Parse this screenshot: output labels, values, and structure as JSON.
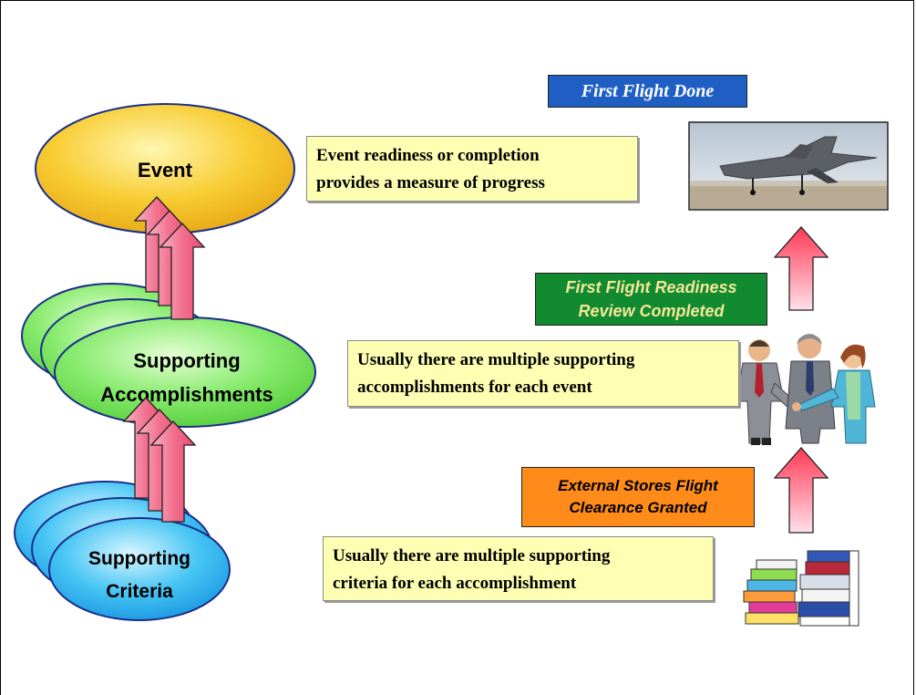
{
  "diagram": {
    "event_label": "Event",
    "accomplishments_label": [
      "Supporting",
      "Accomplishments"
    ],
    "criteria_label": [
      "Supporting",
      "Criteria"
    ],
    "note_event": "Event readiness or completion\nprovides a measure of progress",
    "note_accomplishments": "Usually there are multiple supporting\naccomplishments for each event",
    "note_criteria": "Usually there are multiple supporting\ncriteria for each accomplishment",
    "tag_first_flight": "First Flight Done",
    "tag_readiness": "First Flight Readiness\nReview Completed",
    "tag_stores": "External Stores Flight\nClearance Granted"
  },
  "colors": {
    "event_oval": "#f7c82e",
    "accomplishment_oval": "#7ee86a",
    "criteria_oval": "#35b7f2",
    "arrow": "#f06a8c",
    "note_bg": "#ffffb3",
    "tag_blue": "#1f5fc4",
    "tag_green": "#128a2f",
    "tag_orange": "#ff8c1a"
  },
  "icons": [
    "jet-fighter-image",
    "handshake-people-image",
    "book-stack-image",
    "up-arrow-icon"
  ]
}
